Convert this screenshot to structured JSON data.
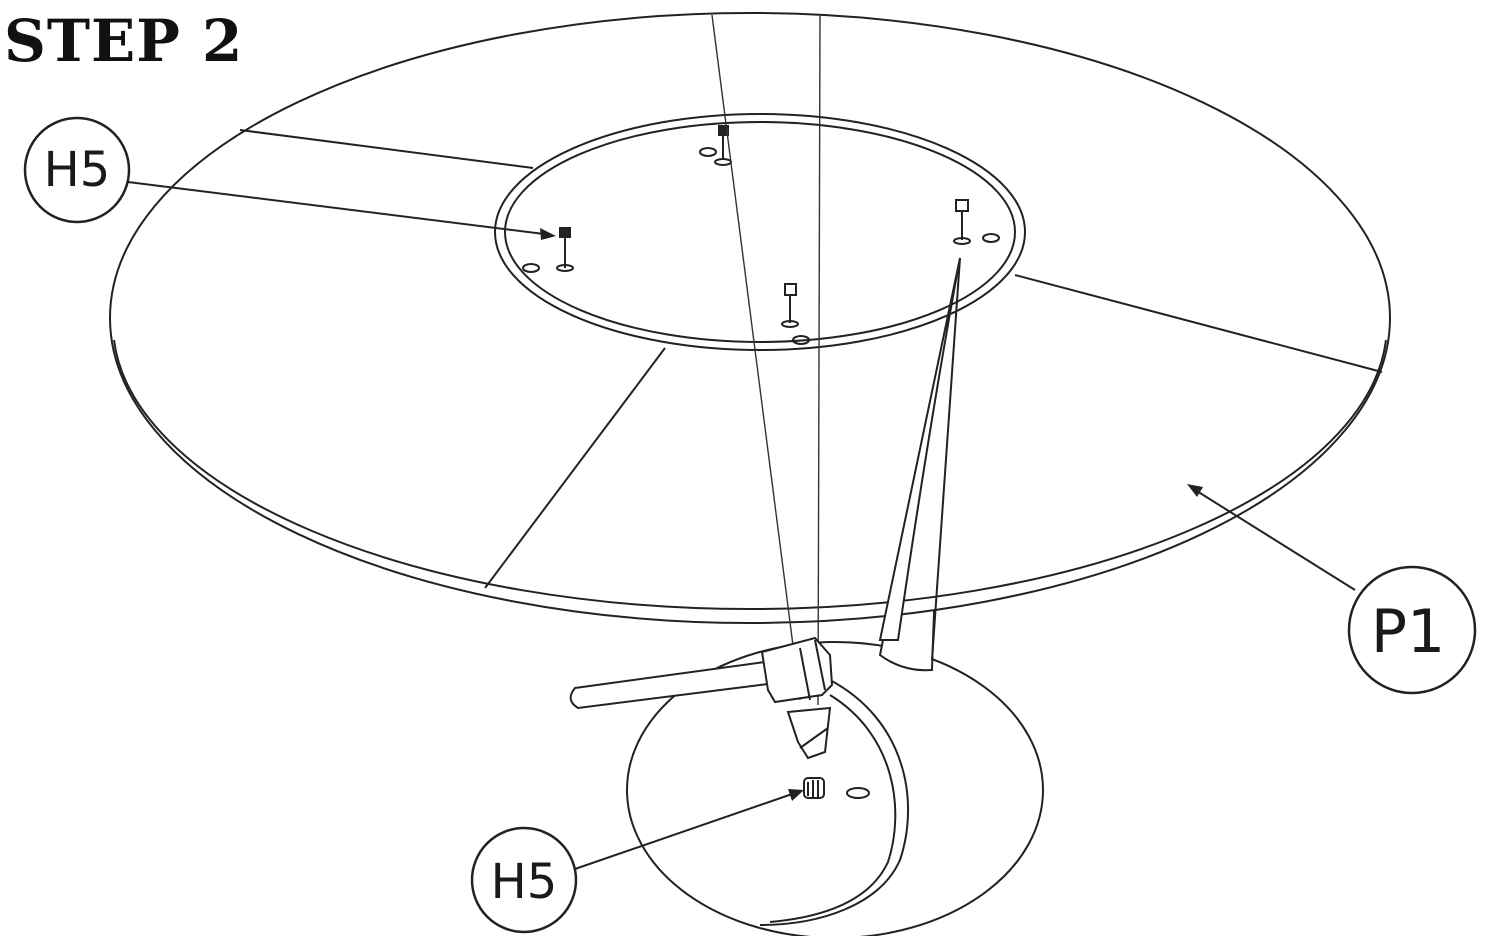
{
  "step": {
    "title": "STEP 2"
  },
  "callouts": [
    {
      "id": "h5-top",
      "label": "H5"
    },
    {
      "id": "h5-bottom",
      "label": "H5"
    },
    {
      "id": "p1",
      "label": "P1"
    }
  ]
}
